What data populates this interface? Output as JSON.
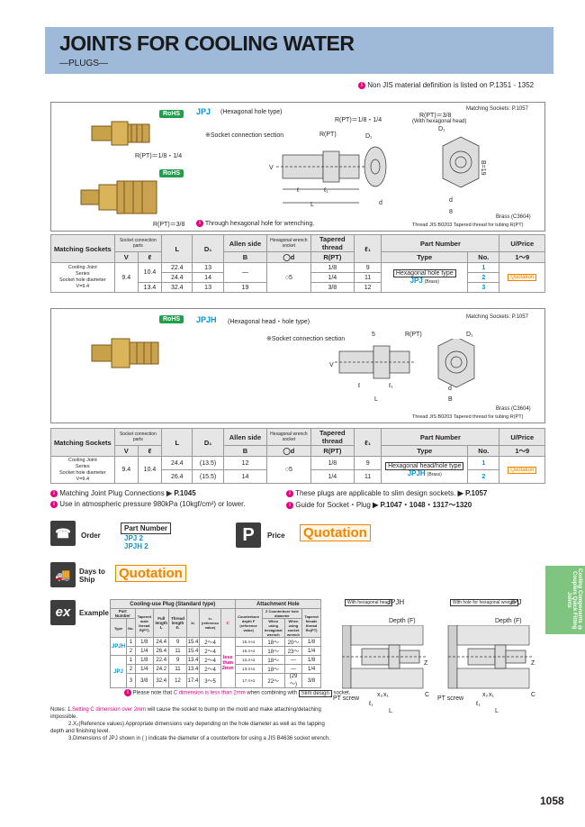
{
  "header": {
    "title": "JOINTS FOR COOLING WATER",
    "subtitle": "—PLUGS—"
  },
  "top_note": "Non JIS material definition is listed on P.1351 - 1352",
  "jpj": {
    "rohs": "RoHS",
    "code": "JPJ",
    "desc": "(Hexagonal hole type)",
    "rpt_small": "R(PT)＝1/8・1/4",
    "rpt_large": "R(PT)＝3/8",
    "matching": "Matching Sockets: P.1057",
    "dim_rpt": "R(PT)＝1/8・1/4",
    "dim_rpt38": "R(PT)＝3/8",
    "dim_hex": "(With hexagonal head)",
    "socket_section": "※Socket connection section",
    "dim_rptlabel": "R(PT)",
    "d1": "D₁",
    "d1b": "D₁",
    "b19": "B=19",
    "through": "Through hexagonal hole for wrenching.",
    "material": "Brass (C3604)",
    "thread": "Thread  JIS  B0203   Tapered thread for tubing R(PT)",
    "dim_l": "ℓ",
    "dim_l1": "ℓ₁",
    "dim_L": "L",
    "dim_d": "d",
    "dim_V": "V",
    "dim_8": "8",
    "dim_d2": "d"
  },
  "table1": {
    "h_match": "Matching Sockets",
    "h_scp": "Socket connection parts",
    "h_V": "V",
    "h_l": "ℓ",
    "h_L": "L",
    "h_D1": "D₁",
    "h_allen": "Allen side",
    "h_B": "B",
    "h_hex": "Hexagonal wrench socket",
    "h_d": "◯d",
    "h_taper": "Tapered thread",
    "h_R": "R(PT)",
    "h_l1": "ℓ₁",
    "h_pn": "Part Number",
    "h_type": "Type",
    "h_no": "No.",
    "h_price": "U/Price",
    "h_range": "1～9",
    "match_text": [
      "Cooling Joint",
      "Series",
      "Socket hole diameter",
      "V=9.4"
    ],
    "V": "9.4",
    "l1": "10.4",
    "l2": "13.4",
    "rows": [
      {
        "L": "22.4",
        "D1": "13",
        "B": "—",
        "R": "1/8",
        "l1": "9",
        "no": "1"
      },
      {
        "L": "24.4",
        "D1": "14",
        "B": "",
        "R": "1/4",
        "l1": "11",
        "no": "2"
      },
      {
        "L": "32.4",
        "D1": "13",
        "B": "19",
        "R": "3/8",
        "l1": "12",
        "no": "3"
      }
    ],
    "d": "○5",
    "type_box": "Hexagonal hole type",
    "type_code": "JPJ",
    "type_mat": "(Brass)",
    "quot": "Quotation"
  },
  "jpjh": {
    "rohs": "RoHS",
    "code": "JPJH",
    "desc": "(Hexagonal head・hole type)",
    "matching": "Matching Sockets: P.1057",
    "socket_section": "※Socket connection section",
    "dim_5": "5",
    "dim_rpt": "R(PT)",
    "dim_d1": "D₁",
    "dim_V": "V",
    "dim_l": "ℓ",
    "dim_l1": "ℓ₁",
    "dim_L": "L",
    "dim_d": "d",
    "dim_B": "B",
    "material": "Brass (C3604)",
    "thread": "Thread  JIS  B0203   Tapered thread for tubing R(PT)"
  },
  "table2": {
    "h_match": "Matching Sockets",
    "h_scp": "Socket connection parts",
    "h_V": "V",
    "h_l": "ℓ",
    "h_L": "L",
    "h_D1": "D₁",
    "h_allen": "Allen side",
    "h_B": "B",
    "h_hex": "Hexagonal wrench socket",
    "h_d": "◯d",
    "h_taper": "Tapered thread",
    "h_R": "R(PT)",
    "h_l1": "ℓ₁",
    "h_pn": "Part Number",
    "h_type": "Type",
    "h_no": "No.",
    "h_price": "U/Price",
    "h_range": "1～9",
    "match_text": [
      "Cooling Joint",
      "Series",
      "Socket hole diameter",
      "V=9.4"
    ],
    "V": "9.4",
    "l": "10.4",
    "rows": [
      {
        "L": "24.4",
        "D1": "(13.5)",
        "B": "12",
        "R": "1/8",
        "l1": "9",
        "no": "1"
      },
      {
        "L": "26.4",
        "D1": "(15.5)",
        "B": "14",
        "R": "1/4",
        "l1": "11",
        "no": "2"
      }
    ],
    "d": "○5",
    "type_box": "Hexagonal head/hole type",
    "type_code": "JPJH",
    "type_mat": "(Brass)",
    "quot": "Quotation"
  },
  "refs": {
    "r1": "Matching Joint Plug Connections",
    "r1p": "P.1045",
    "r2": "Use in atmospheric pressure 980kPa (10kgf/cm²) or lower.",
    "r3": "These plugs are applicable to slim design sockets.",
    "r3p": "P.1057",
    "r4": "Guide for Socket・Plug",
    "r4p": "P.1047・1048・1317～1320"
  },
  "order": {
    "label": "Order",
    "pn_head": "Part Number",
    "pn1": "JPJ   2",
    "pn2": "JPJH 2",
    "price_label": "Price",
    "price_icon": "P",
    "quot": "Quotation",
    "days_label": "Days to Ship",
    "days_quot": "Quotation",
    "ex_label": "Example",
    "ex_icon": "ex"
  },
  "example": {
    "h1": "Cooling-use Plug (Standard type)",
    "h2": "Attachment Hole",
    "cols": [
      "Part Number",
      "Tapered male thread R(PT)",
      "Full length L",
      "Thread length ℓ₁",
      "x₁",
      "x₂ (reference value)",
      "C",
      "Counterbore depth F (reference value)",
      "Z Counterbore hole diameter",
      "Tapered female thread Rc(PT)"
    ],
    "sub": [
      "Type",
      "No.",
      "When using hexagonal wrench",
      "When using socket wrench"
    ],
    "rows": [
      {
        "type": "JPJH",
        "no": "1",
        "R": "1/8",
        "L": "24.4",
        "l1": "9",
        "x1": "15.4",
        "x2": "2～4",
        "F": "15.4+α",
        "z1": "18～",
        "z2": "20～",
        "rc": "1/8"
      },
      {
        "type": "",
        "no": "2",
        "R": "1/4",
        "L": "26.4",
        "l1": "11",
        "x1": "15.4",
        "x2": "2～4",
        "F": "15.4+α",
        "z1": "18～",
        "z2": "23～",
        "rc": "1/4"
      },
      {
        "type": "JPJ",
        "no": "1",
        "R": "1/8",
        "L": "22.4",
        "l1": "9",
        "x1": "13.4",
        "x2": "2～4",
        "F": "13.4+α",
        "z1": "18～",
        "z2": "—",
        "rc": "1/8"
      },
      {
        "type": "",
        "no": "2",
        "R": "1/4",
        "L": "24.2",
        "l1": "11",
        "x1": "13.4",
        "x2": "2～4",
        "F": "13.4+α",
        "z1": "18～",
        "z2": "—",
        "rc": "1/4"
      },
      {
        "type": "",
        "no": "3",
        "R": "3/8",
        "L": "32.4",
        "l1": "12",
        "x1": "17.4",
        "x2": "3～5",
        "F": "17.4+α",
        "z1": "22～",
        "z2": "(29～)",
        "rc": "3/8"
      }
    ],
    "C": "less than 2mm",
    "note_pre": "Please note that",
    "note_c": "C dimension is less than 2mm",
    "note_mid": "when combining with",
    "note_slim": "Slim design",
    "note_end": "socket."
  },
  "diagrams": {
    "left_tag": "With hexagonal head",
    "left_code": "JPJH",
    "right_tag": "With hole for hexagonal wrench",
    "right_code": "JPJ",
    "depth": "Depth (F)",
    "pt_screw": "PT screw",
    "z": "Z",
    "x1": "x₁",
    "x2": "x₂",
    "l1": "ℓ₁",
    "L": "L",
    "C": "C"
  },
  "notes": {
    "head": "Notes: 1.",
    "n1a": "Setting C dimension over 2mm",
    "n1b": "will cause the socket to bump on the mold and make attaching/detaching impossible.",
    "n2": "2.X₂(Reference values) Appropriate dimensions vary depending on the hole diameter as well as the tapping depth and finishing level.",
    "n3": "3.Dimensions of JPJ shown in (    ) indicate the diameter of a counterbore for using a JIS  B4636 socket wrench."
  },
  "side_tab": "Cooling Components ① Couplers Quick Fitting Joints",
  "page_number": "1058",
  "colors": {
    "header_bg": "#9fb9d8",
    "rohs": "#21a04a",
    "accent": "#0095d8",
    "pink": "#e5007f",
    "orange": "#f08300"
  }
}
